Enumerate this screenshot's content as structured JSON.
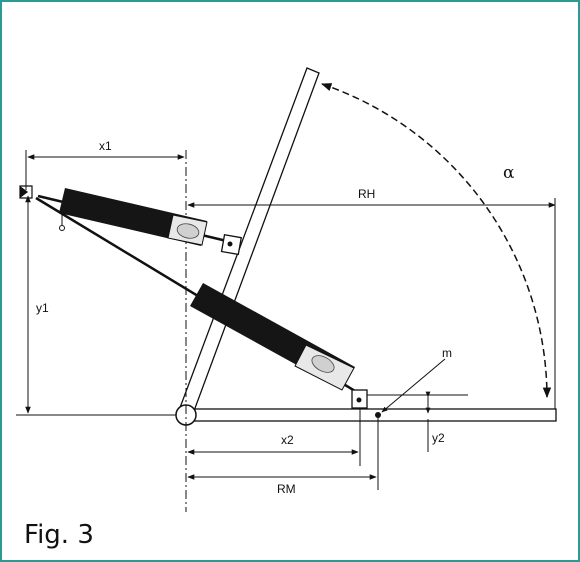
{
  "colors": {
    "frame": "#2a9a93",
    "line": "#111111",
    "cylinder": "#151515",
    "panel": "#ffffff"
  },
  "labels": {
    "x1": "x1",
    "y1": "y1",
    "x2": "x2",
    "y2": "y2",
    "rh": "RH",
    "rm": "RM",
    "m": "m",
    "alpha": "α"
  },
  "caption": "Fig. 3"
}
